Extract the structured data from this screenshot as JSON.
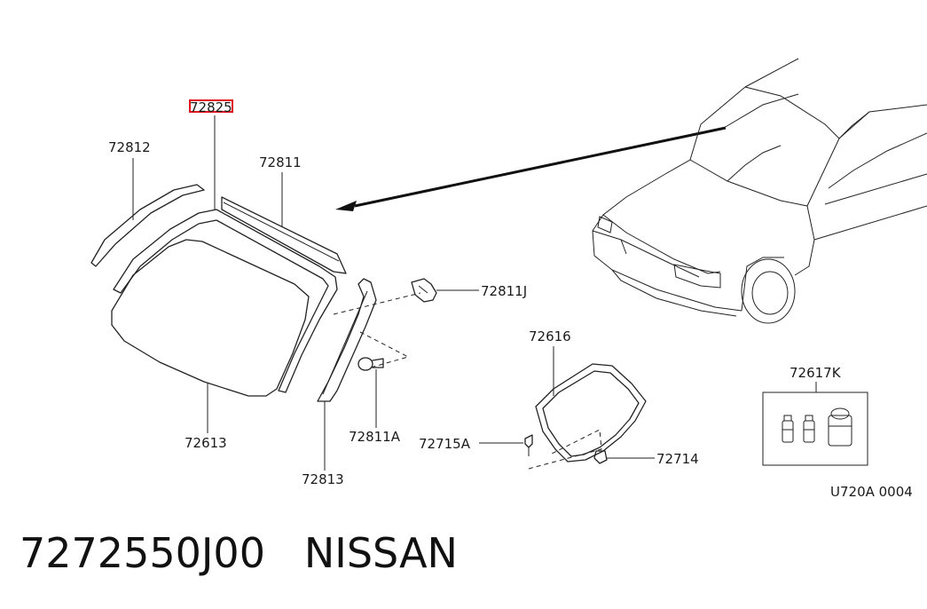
{
  "diagram": {
    "callouts": {
      "c72825": "72825",
      "c72812": "72812",
      "c72811": "72811",
      "c72811J": "72811J",
      "c72613": "72613",
      "c72813": "72813",
      "c72811A": "72811A",
      "c72616": "72616",
      "c72715A": "72715A",
      "c72714": "72714",
      "c72617K": "72617K"
    },
    "figure_code": "U720A 0004",
    "highlight_color": "#e0141e"
  },
  "footer": {
    "part_number": "7272550J00",
    "brand": "NISSAN"
  }
}
